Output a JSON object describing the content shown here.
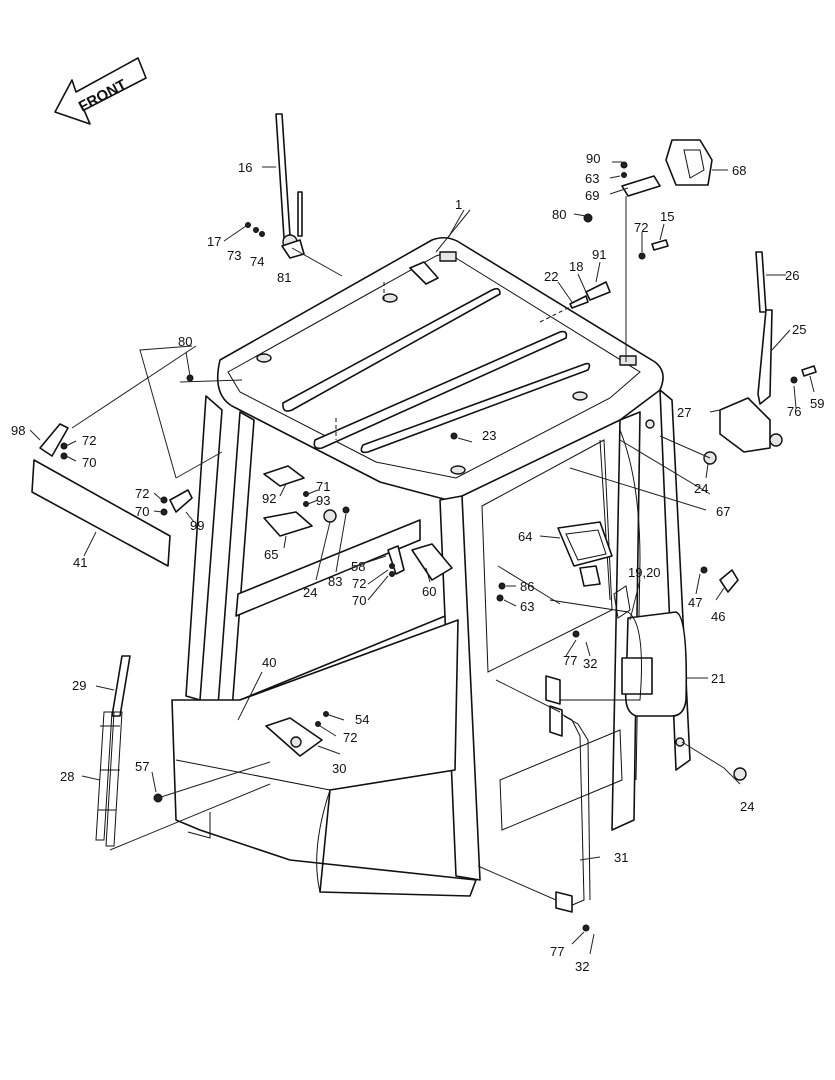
{
  "direction_label": "FRONT",
  "callouts": [
    {
      "id": "c1",
      "text": "1"
    },
    {
      "id": "c15",
      "text": "15"
    },
    {
      "id": "c16",
      "text": "16"
    },
    {
      "id": "c17",
      "text": "17"
    },
    {
      "id": "c18",
      "text": "18"
    },
    {
      "id": "c19_20",
      "text": "19,20"
    },
    {
      "id": "c21",
      "text": "21"
    },
    {
      "id": "c22",
      "text": "22"
    },
    {
      "id": "c23",
      "text": "23"
    },
    {
      "id": "c24a",
      "text": "24"
    },
    {
      "id": "c24b",
      "text": "24"
    },
    {
      "id": "c24c",
      "text": "24"
    },
    {
      "id": "c25",
      "text": "25"
    },
    {
      "id": "c26",
      "text": "26"
    },
    {
      "id": "c27",
      "text": "27"
    },
    {
      "id": "c28",
      "text": "28"
    },
    {
      "id": "c29",
      "text": "29"
    },
    {
      "id": "c30",
      "text": "30"
    },
    {
      "id": "c31",
      "text": "31"
    },
    {
      "id": "c32a",
      "text": "32"
    },
    {
      "id": "c32b",
      "text": "32"
    },
    {
      "id": "c40",
      "text": "40"
    },
    {
      "id": "c41",
      "text": "41"
    },
    {
      "id": "c46",
      "text": "46"
    },
    {
      "id": "c47",
      "text": "47"
    },
    {
      "id": "c54",
      "text": "54"
    },
    {
      "id": "c57",
      "text": "57"
    },
    {
      "id": "c58",
      "text": "58"
    },
    {
      "id": "c59",
      "text": "59"
    },
    {
      "id": "c60",
      "text": "60"
    },
    {
      "id": "c63a",
      "text": "63"
    },
    {
      "id": "c63b",
      "text": "63"
    },
    {
      "id": "c64",
      "text": "64"
    },
    {
      "id": "c65",
      "text": "65"
    },
    {
      "id": "c67",
      "text": "67"
    },
    {
      "id": "c68",
      "text": "68"
    },
    {
      "id": "c69",
      "text": "69"
    },
    {
      "id": "c70a",
      "text": "70"
    },
    {
      "id": "c70b",
      "text": "70"
    },
    {
      "id": "c70c",
      "text": "70"
    },
    {
      "id": "c71",
      "text": "71"
    },
    {
      "id": "c72a",
      "text": "72"
    },
    {
      "id": "c72b",
      "text": "72"
    },
    {
      "id": "c72c",
      "text": "72"
    },
    {
      "id": "c72d",
      "text": "72"
    },
    {
      "id": "c72e",
      "text": "72"
    },
    {
      "id": "c73",
      "text": "73"
    },
    {
      "id": "c74",
      "text": "74"
    },
    {
      "id": "c76",
      "text": "76"
    },
    {
      "id": "c77a",
      "text": "77"
    },
    {
      "id": "c77b",
      "text": "77"
    },
    {
      "id": "c80a",
      "text": "80"
    },
    {
      "id": "c80b",
      "text": "80"
    },
    {
      "id": "c81",
      "text": "81"
    },
    {
      "id": "c83",
      "text": "83"
    },
    {
      "id": "c86",
      "text": "86"
    },
    {
      "id": "c90",
      "text": "90"
    },
    {
      "id": "c91",
      "text": "91"
    },
    {
      "id": "c92",
      "text": "92"
    },
    {
      "id": "c93",
      "text": "93"
    },
    {
      "id": "c98",
      "text": "98"
    },
    {
      "id": "c99",
      "text": "99"
    }
  ]
}
